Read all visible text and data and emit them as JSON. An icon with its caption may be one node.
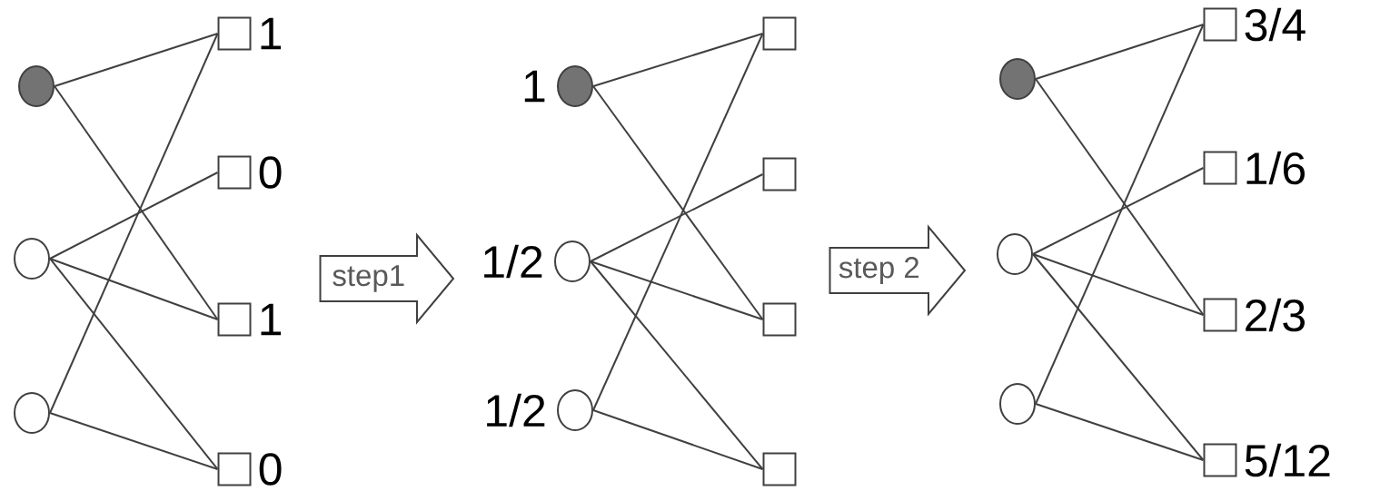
{
  "diagram": {
    "nodes": [
      {
        "text": [],
        "shape": "circle"
      },
      {
        "text": [],
        "shape": "circle"
      },
      {
        "text": [],
        "shape": "circle"
      },
      {
        "text": [],
        "shape": "box",
        "beside": [
          "1"
        ]
      },
      {
        "text": [],
        "shape": "box",
        "beside": [
          "0"
        ]
      },
      {
        "text": [],
        "shape": "box",
        "beside": [
          "1"
        ]
      },
      {
        "text": [],
        "shape": "box",
        "beside": [
          "0"
        ]
      },
      {
        "text": [],
        "shape": "circle",
        "beside": [
          "1"
        ]
      },
      {
        "text": [],
        "shape": "circle",
        "beside": [
          "1/2"
        ]
      },
      {
        "text": [],
        "shape": "circle",
        "beside": [
          "1/2"
        ]
      },
      {
        "text": [],
        "shape": "box"
      },
      {
        "text": [],
        "shape": "box"
      },
      {
        "text": [],
        "shape": "box"
      },
      {
        "text": [],
        "shape": "box"
      },
      {
        "text": [],
        "shape": "circle"
      },
      {
        "text": [],
        "shape": "circle"
      },
      {
        "text": [],
        "shape": "circle"
      },
      {
        "text": [],
        "shape": "box",
        "beside": [
          "3/4"
        ]
      },
      {
        "text": [],
        "shape": "box",
        "beside": [
          "1/6"
        ]
      },
      {
        "text": [],
        "shape": "box",
        "beside": [
          "2/3"
        ]
      },
      {
        "text": [],
        "shape": "box",
        "beside": [
          "5/12"
        ]
      }
    ],
    "edges": [
      {
        "from": 0,
        "to": 3,
        "arrow": "none"
      },
      {
        "from": 0,
        "to": 5,
        "arrow": "none"
      },
      {
        "from": 1,
        "to": 4,
        "arrow": "none"
      },
      {
        "from": 1,
        "to": 5,
        "arrow": "none"
      },
      {
        "from": 1,
        "to": 6,
        "arrow": "none"
      },
      {
        "from": 2,
        "to": 3,
        "arrow": "none"
      },
      {
        "from": 2,
        "to": 6,
        "arrow": "none"
      },
      {
        "from": 5,
        "to": 8,
        "arrow": "to",
        "label": "step1"
      },
      {
        "from": 7,
        "to": 10,
        "arrow": "none"
      },
      {
        "from": 7,
        "to": 12,
        "arrow": "none"
      },
      {
        "from": 8,
        "to": 11,
        "arrow": "none"
      },
      {
        "from": 8,
        "to": 12,
        "arrow": "none"
      },
      {
        "from": 8,
        "to": 13,
        "arrow": "none"
      },
      {
        "from": 9,
        "to": 10,
        "arrow": "none"
      },
      {
        "from": 9,
        "to": 13,
        "arrow": "none"
      },
      {
        "from": 12,
        "to": 15,
        "arrow": "to",
        "label": "step 2"
      },
      {
        "from": 14,
        "to": 17,
        "arrow": "none"
      },
      {
        "from": 14,
        "to": 19,
        "arrow": "none"
      },
      {
        "from": 15,
        "to": 18,
        "arrow": "none"
      },
      {
        "from": 15,
        "to": 19,
        "arrow": "none"
      },
      {
        "from": 15,
        "to": 20,
        "arrow": "none"
      },
      {
        "from": 16,
        "to": 17,
        "arrow": "none"
      },
      {
        "from": 16,
        "to": 20,
        "arrow": "none"
      }
    ]
  }
}
